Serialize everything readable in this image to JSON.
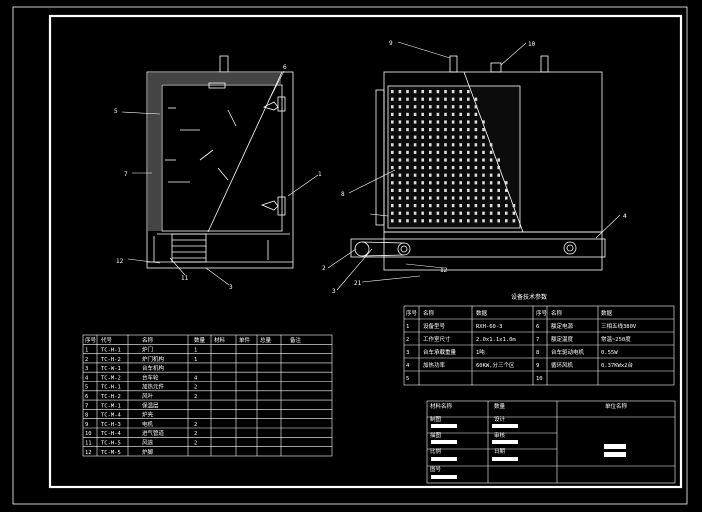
{
  "drawing": {
    "left_view_callouts": [
      "6",
      "5",
      "7",
      "1",
      "12",
      "11",
      "3"
    ],
    "right_view_callouts": [
      "9",
      "10",
      "8",
      "4",
      "2",
      "3",
      "21",
      "12"
    ]
  },
  "tech_params": {
    "title": "设备技术参数",
    "headers": [
      "序号",
      "名称",
      "数据",
      "序号",
      "名称",
      "数据"
    ],
    "rows": [
      [
        "1",
        "设备型号",
        "RXH-60-3",
        "6",
        "额定电源",
        "三相五线380V"
      ],
      [
        "2",
        "工作室尺寸",
        "2.0x1.1x1.0m",
        "7",
        "额定温度",
        "常温~250度"
      ],
      [
        "3",
        "台车承载重量",
        "1吨",
        "8",
        "台车驱动电机",
        "0.55W"
      ],
      [
        "4",
        "加热功率",
        "60KW,分三个区",
        "9",
        "循环风机",
        "0.37KWx2台"
      ],
      [
        "5",
        "",
        "",
        "10",
        "",
        ""
      ]
    ]
  },
  "parts_list": {
    "headers": [
      "序号",
      "代号",
      "名称",
      "数量",
      "材料",
      "单件",
      "总量",
      "备注"
    ],
    "rows": [
      [
        "1",
        "TC-H-1",
        "炉门",
        "1",
        "",
        "",
        "",
        ""
      ],
      [
        "2",
        "TC-H-2",
        "炉门机构",
        "1",
        "",
        "",
        "",
        ""
      ],
      [
        "3",
        "TC-W-1",
        "台车机构",
        "",
        "",
        "",
        "",
        ""
      ],
      [
        "4",
        "TC-M-2",
        "台车轮",
        "4",
        "",
        "",
        "",
        ""
      ],
      [
        "5",
        "TC-H-1",
        "加热元件",
        "2",
        "",
        "",
        "",
        ""
      ],
      [
        "6",
        "TC-H-2",
        "风叶",
        "2",
        "",
        "",
        "",
        ""
      ],
      [
        "7",
        "TC-M-1",
        "保温层",
        "",
        "",
        "",
        "",
        ""
      ],
      [
        "8",
        "TC-M-4",
        "炉壳",
        "",
        "",
        "",
        "",
        ""
      ],
      [
        "9",
        "TC-H-3",
        "电机",
        "2",
        "",
        "",
        "",
        ""
      ],
      [
        "10",
        "TC-H-4",
        "进气管道",
        "2",
        "",
        "",
        "",
        ""
      ],
      [
        "11",
        "TC-H-5",
        "风道",
        "2",
        "",
        "",
        "",
        ""
      ],
      [
        "12",
        "TC-M-5",
        "炉脚",
        "",
        "",
        "",
        "",
        ""
      ]
    ]
  },
  "title_block": {
    "labels": [
      "材料名称",
      "数量",
      "单位名称",
      "制图",
      "设计",
      "描图",
      "审核",
      "比例",
      "日期",
      "图号"
    ]
  }
}
